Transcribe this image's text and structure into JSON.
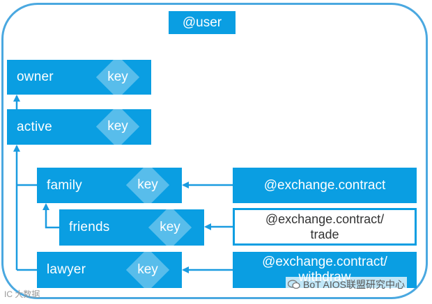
{
  "title": "@user",
  "permissions": [
    {
      "name": "owner",
      "key": "key"
    },
    {
      "name": "active",
      "key": "key"
    },
    {
      "name": "family",
      "key": "key"
    },
    {
      "name": "friends",
      "key": "key"
    },
    {
      "name": "lawyer",
      "key": "key"
    }
  ],
  "contracts": {
    "family": "@exchange.contract",
    "friends_line1": "@exchange.contract/",
    "friends_line2": "trade",
    "lawyer_line1": "@exchange.contract/",
    "lawyer_line2": "withdraw"
  },
  "watermarks": {
    "left": "IC 大数据",
    "right": "BoT AIOS联盟研究中心"
  },
  "colors": {
    "box": "#0a9ee2",
    "frame": "#4aa8e0",
    "arrow": "#1a9be0"
  }
}
